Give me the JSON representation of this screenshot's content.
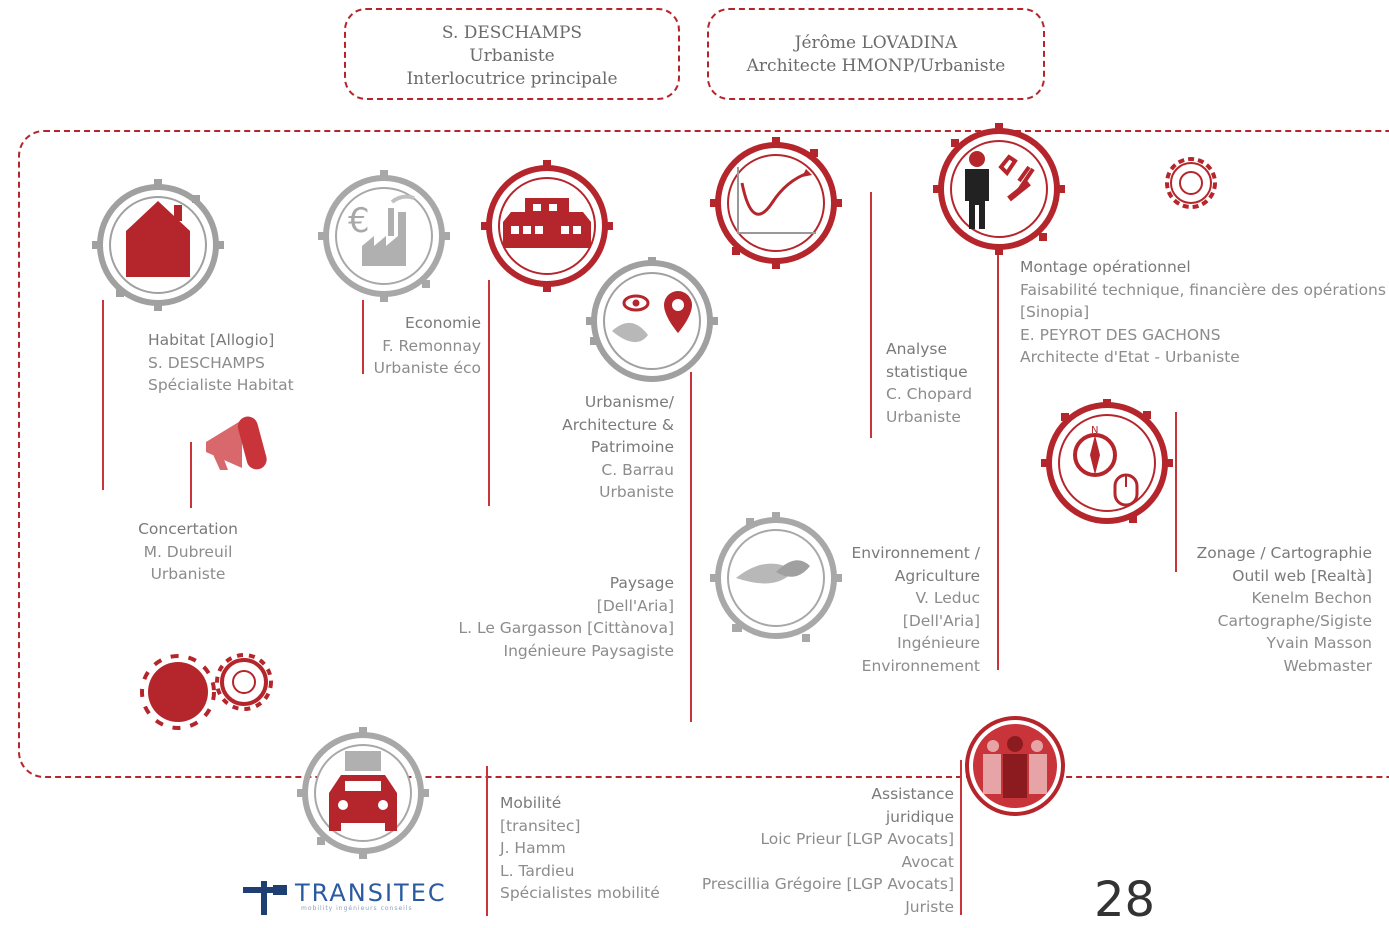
{
  "leads": [
    {
      "lines": [
        "S. DESCHAMPS",
        "Urbaniste",
        "Interlocutrice principale"
      ]
    },
    {
      "lines": [
        "Jérôme LOVADINA",
        "Architecte HMONP/Urbaniste"
      ]
    }
  ],
  "members": {
    "habitat": [
      "Habitat [Allogio]",
      "S. DESCHAMPS",
      "Spécialiste Habitat"
    ],
    "economie": [
      "Economie",
      "F. Remonnay",
      "Urbaniste éco"
    ],
    "urbanisme": [
      "Urbanisme/",
      "Architecture &",
      "Patrimoine",
      "C. Barrau",
      "Urbaniste"
    ],
    "analyse": [
      "Analyse",
      "statistique",
      "C. Chopard",
      "Urbaniste"
    ],
    "montage": [
      "Montage opérationnel",
      "Faisabilité technique, financière des opérations",
      "[Sinopia]",
      "E. PEYROT DES GACHONS",
      "Architecte d'Etat - Urbaniste"
    ],
    "concertation": [
      "Concertation",
      "M. Dubreuil",
      "Urbaniste"
    ],
    "paysage": [
      "Paysage",
      "[Dell'Aria]",
      "L. Le Gargasson [Cittànova]",
      "Ingénieure Paysagiste"
    ],
    "environnement": [
      "Environnement /",
      "Agriculture",
      "V. Leduc",
      "[Dell'Aria]",
      "Ingénieure",
      "Environnement"
    ],
    "zonage": [
      "Zonage / Cartographie",
      "Outil web [Realtà]",
      "Kenelm Bechon",
      "Cartographe/Sigiste",
      "Yvain Masson",
      "Webmaster"
    ],
    "mobilite": [
      "Mobilité",
      "[transitec]",
      "J. Hamm",
      "L. Tardieu",
      "Spécialistes mobilité"
    ],
    "juridique": [
      "Assistance",
      "juridique",
      "Loic Prieur [LGP Avocats]",
      "Avocat",
      "Prescillia Grégoire [LGP Avocats]",
      "Juriste"
    ]
  },
  "icons": [
    "house-icon",
    "factory-euro-icon",
    "building-icon",
    "map-pin-eye-icon",
    "chart-curve-icon",
    "worker-tools-icon",
    "gear-icon",
    "megaphone-icon",
    "leaf-icon",
    "compass-mouse-icon",
    "gears-pair-icon",
    "car-icon",
    "lawyers-icon"
  ],
  "logo": {
    "text": "TRANSITEC",
    "tagline": "mobility ingénieurs conseils"
  },
  "page_number": "28",
  "colors": {
    "accent": "#b5262c",
    "gear_grey": "#9a9a9a",
    "text": "#8c8c8c"
  }
}
